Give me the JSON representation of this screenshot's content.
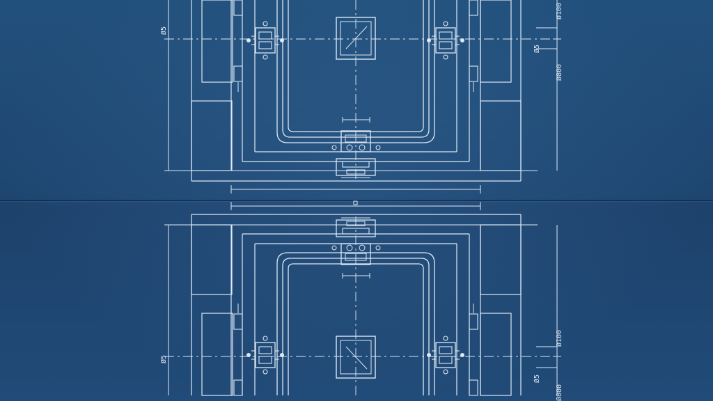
{
  "blueprint": {
    "colors": {
      "paper": "#1f4670",
      "line": "#dde9f6",
      "line_faint": "#9fbbd8"
    },
    "dimension_labels": {
      "left_top": "Ø5",
      "left_bottom": "Ø5",
      "right_top_1": "Ø100",
      "right_top_2": "Ø5",
      "right_top_3": "Ø800",
      "right_bottom_1": "Ø100",
      "right_bottom_2": "Ø5",
      "right_bottom_3": "Ø800"
    },
    "upper_view": {
      "orientation": "normal"
    },
    "lower_view": {
      "orientation": "mirrored"
    }
  }
}
